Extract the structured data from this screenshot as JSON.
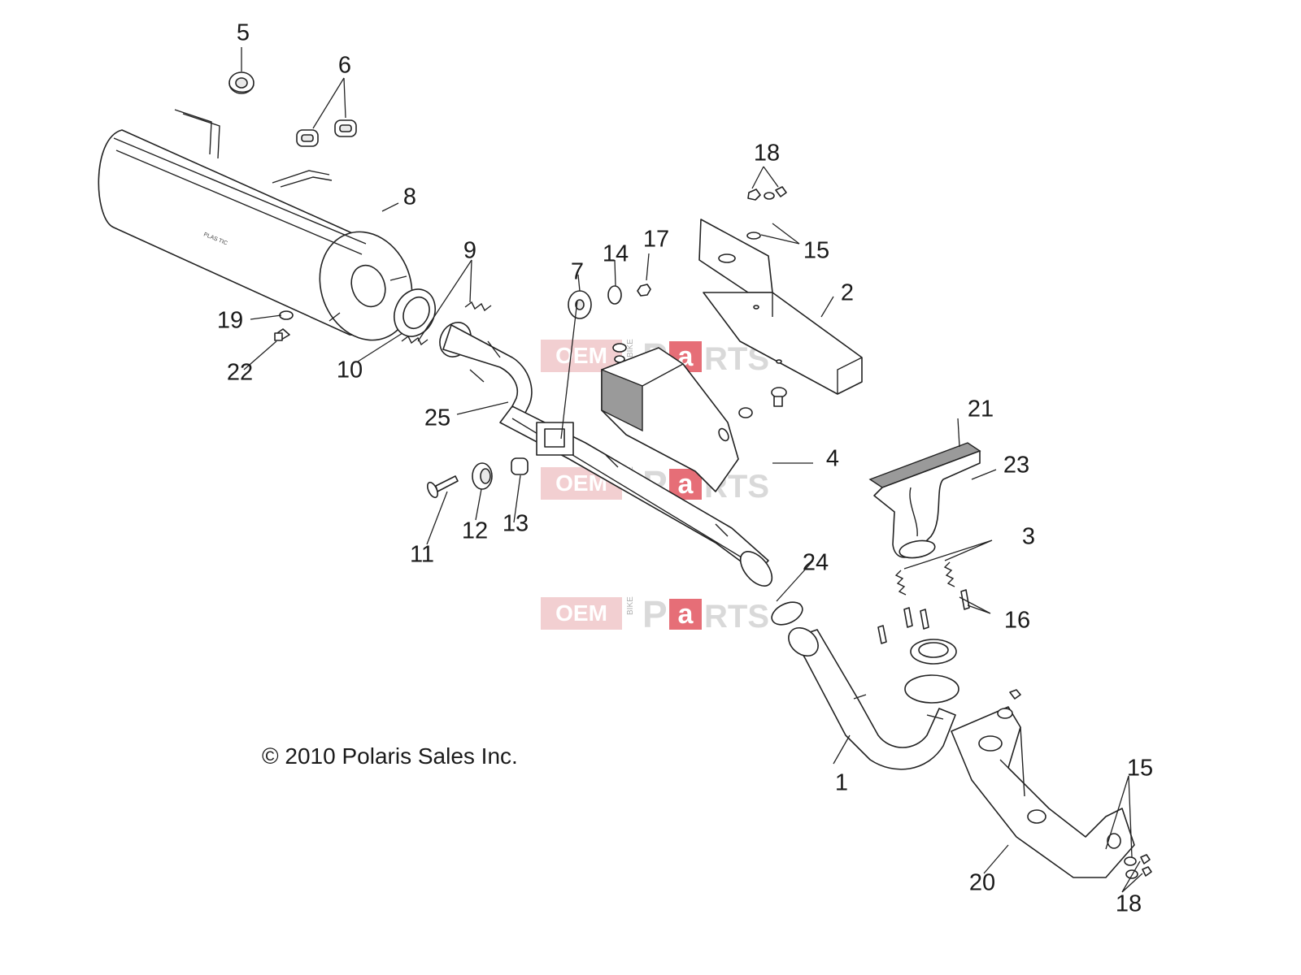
{
  "copyright": "© 2010 Polaris Sales Inc.",
  "watermark": {
    "brand_left": "OEM",
    "brand_small": "BIKE",
    "brand_right_1": "P",
    "brand_right_2": "a",
    "brand_right_3": "RTS"
  },
  "callouts": [
    {
      "id": "c5",
      "label": "5"
    },
    {
      "id": "c6",
      "label": "6"
    },
    {
      "id": "c8",
      "label": "8"
    },
    {
      "id": "c9",
      "label": "9"
    },
    {
      "id": "c7",
      "label": "7"
    },
    {
      "id": "c14",
      "label": "14"
    },
    {
      "id": "c17",
      "label": "17"
    },
    {
      "id": "c18a",
      "label": "18"
    },
    {
      "id": "c15a",
      "label": "15"
    },
    {
      "id": "c2",
      "label": "2"
    },
    {
      "id": "c19",
      "label": "19"
    },
    {
      "id": "c22",
      "label": "22"
    },
    {
      "id": "c10",
      "label": "10"
    },
    {
      "id": "c25",
      "label": "25"
    },
    {
      "id": "c4",
      "label": "4"
    },
    {
      "id": "c21",
      "label": "21"
    },
    {
      "id": "c23",
      "label": "23"
    },
    {
      "id": "c12",
      "label": "12"
    },
    {
      "id": "c13",
      "label": "13"
    },
    {
      "id": "c11",
      "label": "11"
    },
    {
      "id": "c3",
      "label": "3"
    },
    {
      "id": "c24",
      "label": "24"
    },
    {
      "id": "c16",
      "label": "16"
    },
    {
      "id": "c1",
      "label": "1"
    },
    {
      "id": "c15b",
      "label": "15"
    },
    {
      "id": "c20",
      "label": "20"
    },
    {
      "id": "c18b",
      "label": "18"
    }
  ]
}
